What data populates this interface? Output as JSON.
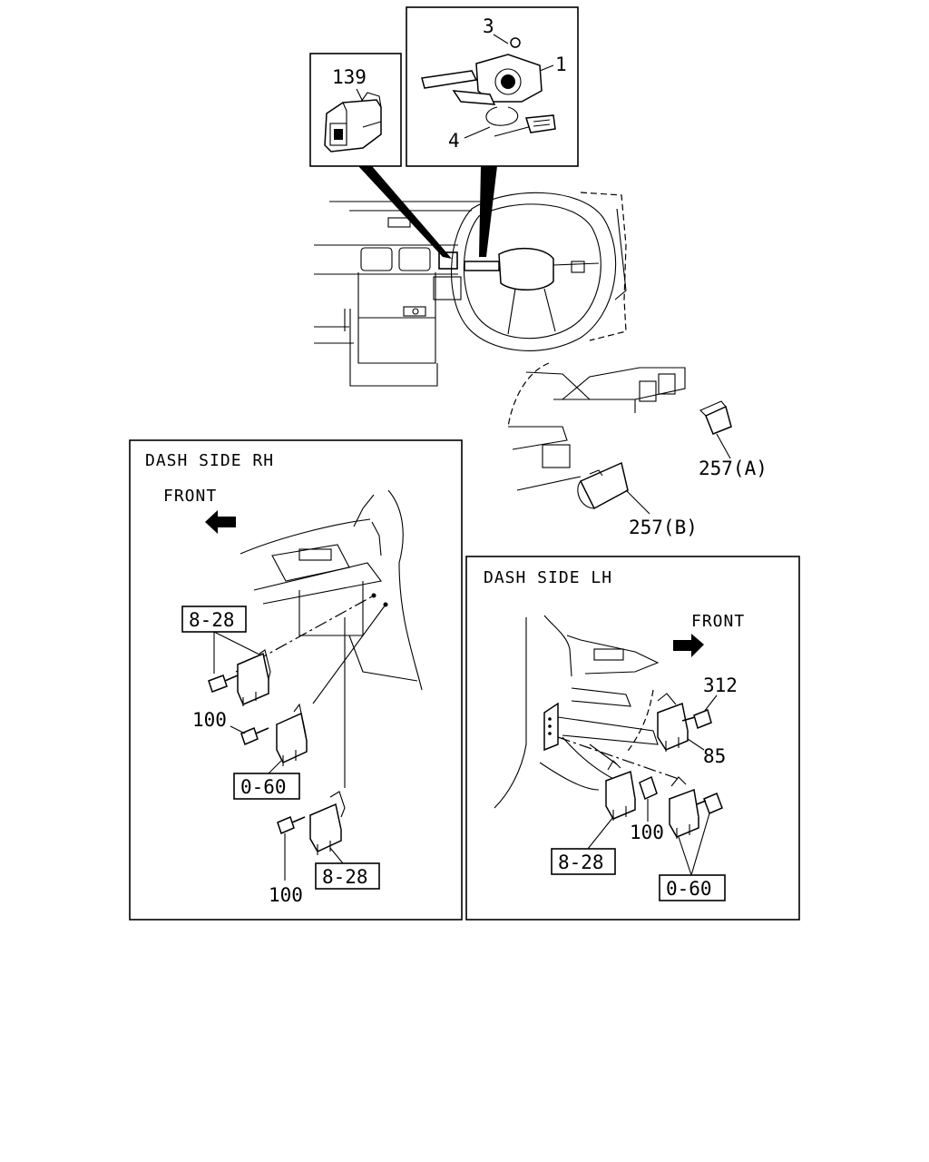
{
  "callouts": {
    "p139": "139",
    "p3": "3",
    "p1": "1",
    "p4": "4",
    "p257a": "257(A)",
    "p257b": "257(B)"
  },
  "rh_panel": {
    "title": "DASH SIDE RH",
    "front": "FRONT",
    "box_828_top": "8-28",
    "label_100_mid": "100",
    "box_060": "0-60",
    "label_100_bottom": "100",
    "box_828_bottom": "8-28"
  },
  "lh_panel": {
    "title": "DASH SIDE LH",
    "front": "FRONT",
    "label_312": "312",
    "label_85": "85",
    "label_100": "100",
    "box_828": "8-28",
    "box_060": "0-60"
  }
}
